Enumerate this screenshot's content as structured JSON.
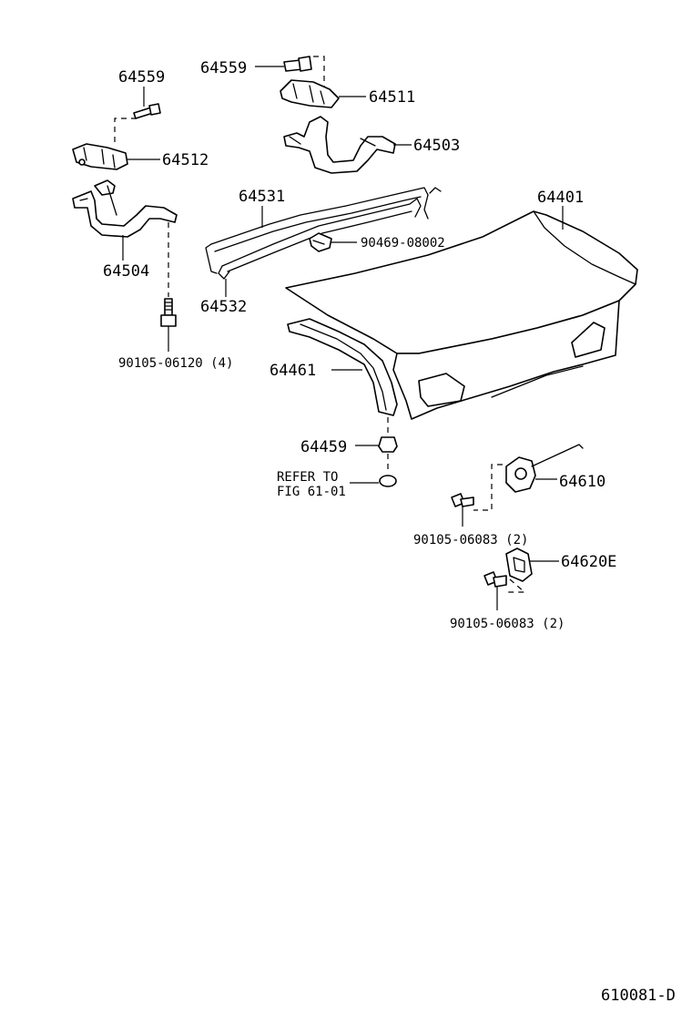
{
  "labels": {
    "p64559_left": "64559",
    "p64512": "64512",
    "p64504": "64504",
    "p90105_06120": "90105-06120 (4)",
    "p64559_top": "64559",
    "p64511": "64511",
    "p64503": "64503",
    "p64531": "64531",
    "p90469_08002": "90469-08002",
    "p64532": "64532",
    "p64401": "64401",
    "p64461": "64461",
    "p64459": "64459",
    "refer_line1": "REFER TO",
    "refer_line2": "FIG 61-01",
    "p64610": "64610",
    "p90105_06083_a": "90105-06083 (2)",
    "p64620E": "64620E",
    "p90105_06083_b": "90105-06083 (2)",
    "figure_code": "610081-D"
  }
}
